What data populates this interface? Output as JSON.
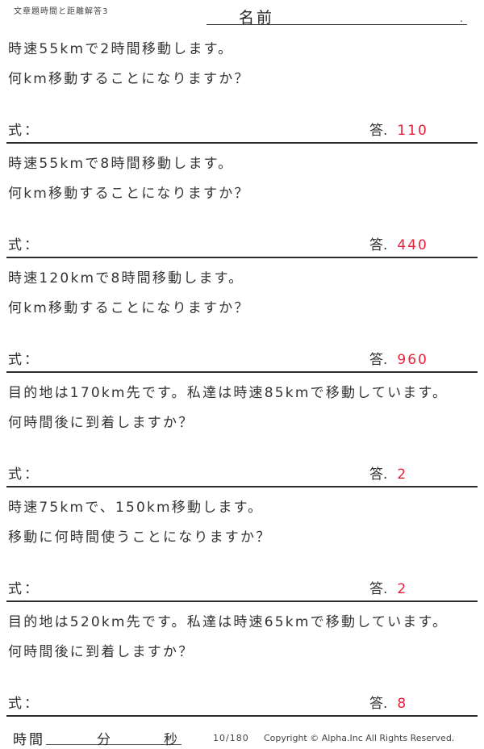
{
  "header": {
    "title": "文章題時間と距離解答3",
    "name_label": "名前",
    "name_dot": "."
  },
  "labels": {
    "shiki": "式：",
    "kotae": "答."
  },
  "colors": {
    "answer": "#e8203a",
    "text": "#333333",
    "rule": "#2b2b2b"
  },
  "problems": [
    {
      "line1": "時速55kmで2時間移動します。",
      "line2": "何km移動することになりますか？",
      "answer": "110"
    },
    {
      "line1": "時速55kmで8時間移動します。",
      "line2": "何km移動することになりますか？",
      "answer": "440"
    },
    {
      "line1": "時速120kmで8時間移動します。",
      "line2": "何km移動することになりますか？",
      "answer": "960"
    },
    {
      "line1": "目的地は170km先です。私達は時速85kmで移動しています。",
      "line2": "何時間後に到着しますか？",
      "answer": "2"
    },
    {
      "line1": "時速75kmで、150km移動します。",
      "line2": "移動に何時間使うことになりますか？",
      "answer": "2"
    },
    {
      "line1": "目的地は520km先です。私達は時速65kmで移動しています。",
      "line2": "何時間後に到着しますか？",
      "answer": "8"
    }
  ],
  "footer": {
    "time_label": "時間",
    "minutes_label": "分",
    "seconds_label": "秒",
    "page": "10/180",
    "copyright": "Copyright ©  Alpha.Inc All Rights Reserved."
  }
}
